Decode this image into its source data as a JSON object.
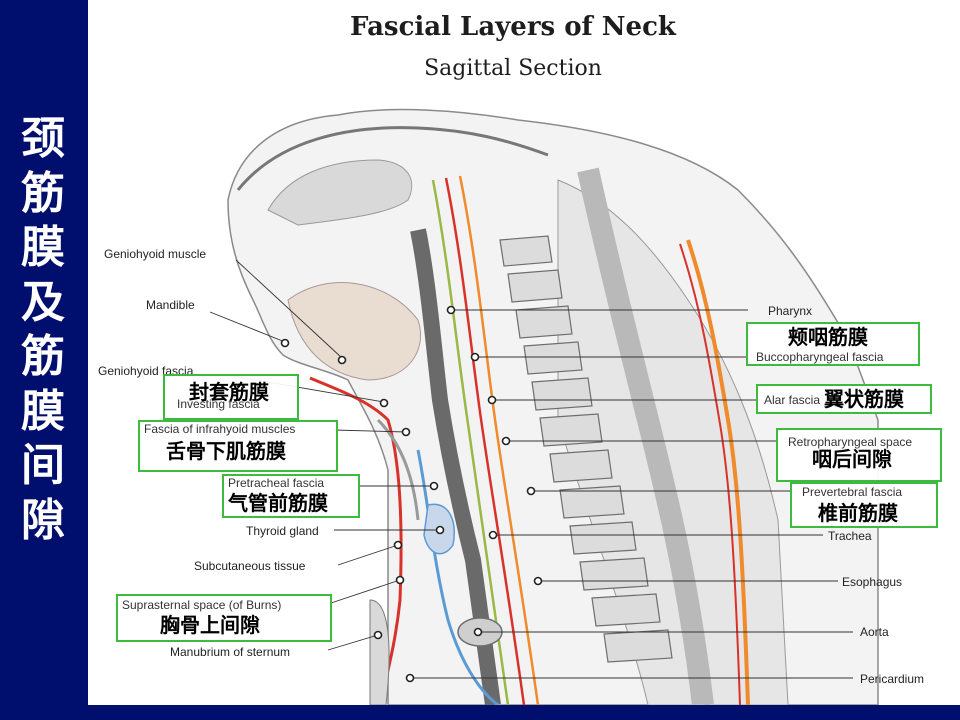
{
  "side_title": [
    "颈",
    "筋",
    "膜",
    "及",
    "筋",
    "膜",
    "间",
    "隙"
  ],
  "figure": {
    "title": "Fascial Layers of Neck",
    "subtitle": "Sagittal Section"
  },
  "labels": {
    "geniohyoid_muscle": "Geniohyoid muscle",
    "mandible": "Mandible",
    "geniohyoid_fascia": "Geniohyoid fascia",
    "thyroid_gland": "Thyroid gland",
    "subcutaneous_tissue": "Subcutaneous tissue",
    "manubrium": "Manubrium of sternum",
    "pharynx": "Pharynx",
    "trachea": "Trachea",
    "esophagus": "Esophagus",
    "aorta": "Aorta",
    "pericardium": "Pericardium"
  },
  "annotations": {
    "investing": {
      "en": "Investing fascia",
      "zh": "封套筋膜"
    },
    "infrahyoid": {
      "en": "Fascia of infrahyoid muscles",
      "zh": "舌骨下肌筋膜"
    },
    "pretracheal": {
      "en": "Pretracheal fascia",
      "zh": "气管前筋膜"
    },
    "suprasternal": {
      "en": "Suprasternal space (of Burns)",
      "zh": "胸骨上间隙"
    },
    "buccopharyngeal": {
      "en": "Buccopharyngeal fascia",
      "zh": "颊咽筋膜"
    },
    "alar": {
      "en": "Alar fascia",
      "zh": "翼状筋膜"
    },
    "retropharyngeal": {
      "en": "Retropharyngeal space",
      "zh": "咽后间隙"
    },
    "prevertebral": {
      "en": "Prevertebral fascia",
      "zh": "椎前筋膜"
    }
  },
  "colors": {
    "background": "#000f6e",
    "annotation_border": "#3dbb3d",
    "fascia_red": "#d8322a",
    "fascia_orange": "#f08a2a",
    "fascia_green": "#9ab845",
    "fascia_blue": "#5b9bd5"
  }
}
